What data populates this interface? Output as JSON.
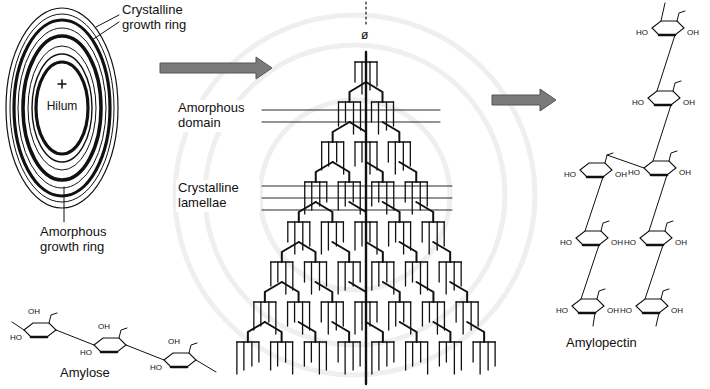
{
  "diagram": {
    "labels": [
      "Crystalline growth ring",
      "Hilum",
      "Amorphous growth ring",
      "ø",
      "Amorphous domain",
      "Crystalline lamellae",
      "Amylopectin",
      "Amylose",
      "HO",
      "OH",
      "HO",
      "OH",
      "HO",
      "OH",
      "HO",
      "OH",
      "HO",
      "OH",
      "HO",
      "OH",
      "HO",
      "OH",
      "HO",
      "OH",
      "HO",
      "OH",
      "HO",
      "OH",
      "HO",
      "OH"
    ]
  }
}
